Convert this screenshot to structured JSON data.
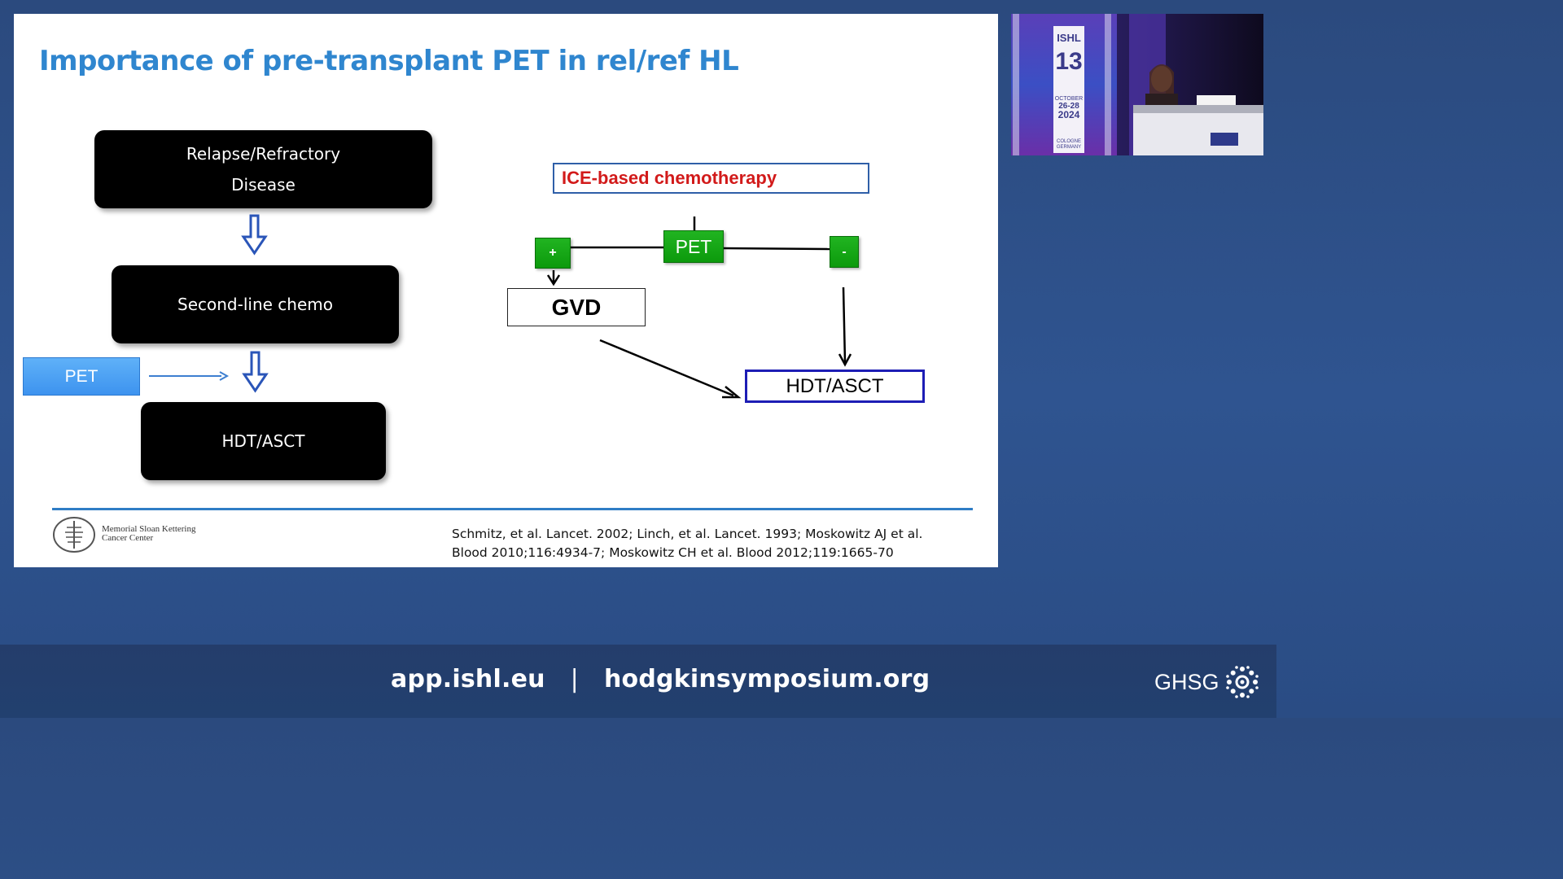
{
  "slide": {
    "title": "Importance of pre-transplant PET in rel/ref HL",
    "left_flow": {
      "box1_line1": "Relapse/Refractory",
      "box1_line2": "Disease",
      "box2": "Second-line chemo",
      "box3": "HDT/ASCT",
      "pet_label": "PET"
    },
    "right_flow": {
      "ice_label": "ICE-based chemotherapy",
      "pet_label": "PET",
      "plus_label": "+",
      "minus_label": "-",
      "gvd_label": "GVD",
      "hdt_label": "HDT/ASCT"
    },
    "footer": {
      "institution_line1": "Memorial Sloan Kettering",
      "institution_line2": "Cancer Center",
      "citation_line1": "Schmitz, et al. Lancet. 2002; Linch, et al. Lancet. 1993; Moskowitz AJ et al.",
      "citation_line2": "Blood 2010;116:4934-7; Moskowitz CH et al. Blood 2012;119:1665-70"
    }
  },
  "speaker_video": {
    "banner_brand": "ISHL",
    "banner_number": "13",
    "banner_month": "OCTOBER",
    "banner_dates": "26-28",
    "banner_year": "2024",
    "banner_city": "COLOGNE",
    "banner_country": "GERMANY"
  },
  "footer_bar": {
    "link1": "app.ishl.eu",
    "separator": "|",
    "link2": "hodgkinsymposium.org",
    "logo_text": "GHSG"
  },
  "colors": {
    "title_blue": "#2f86cf",
    "ice_red": "#d21a1a",
    "pet_green": "#12a312",
    "hdt_border": "#1d1db5",
    "background_blue": "#2f5490"
  }
}
